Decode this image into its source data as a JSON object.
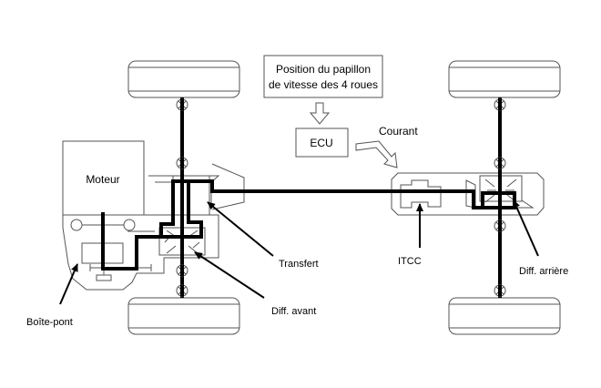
{
  "diagram": {
    "type": "4WD drivetrain schematic",
    "input_box": {
      "line1": "Position du papillon",
      "line2": "de vitesse des 4 roues"
    },
    "ecu_label": "ECU",
    "current_label": "Courant",
    "labels": {
      "engine": "Moteur",
      "transaxle": "Boîte-pont",
      "transfer": "Transfert",
      "front_diff": "Diff. avant",
      "itcc": "ITCC",
      "rear_diff": "Diff. arrière"
    },
    "icons": {
      "flow_arrow_down": "hollow-arrow-down",
      "flow_arrow_current": "hollow-arrow-curved",
      "joint": "cv-joint-x"
    }
  }
}
